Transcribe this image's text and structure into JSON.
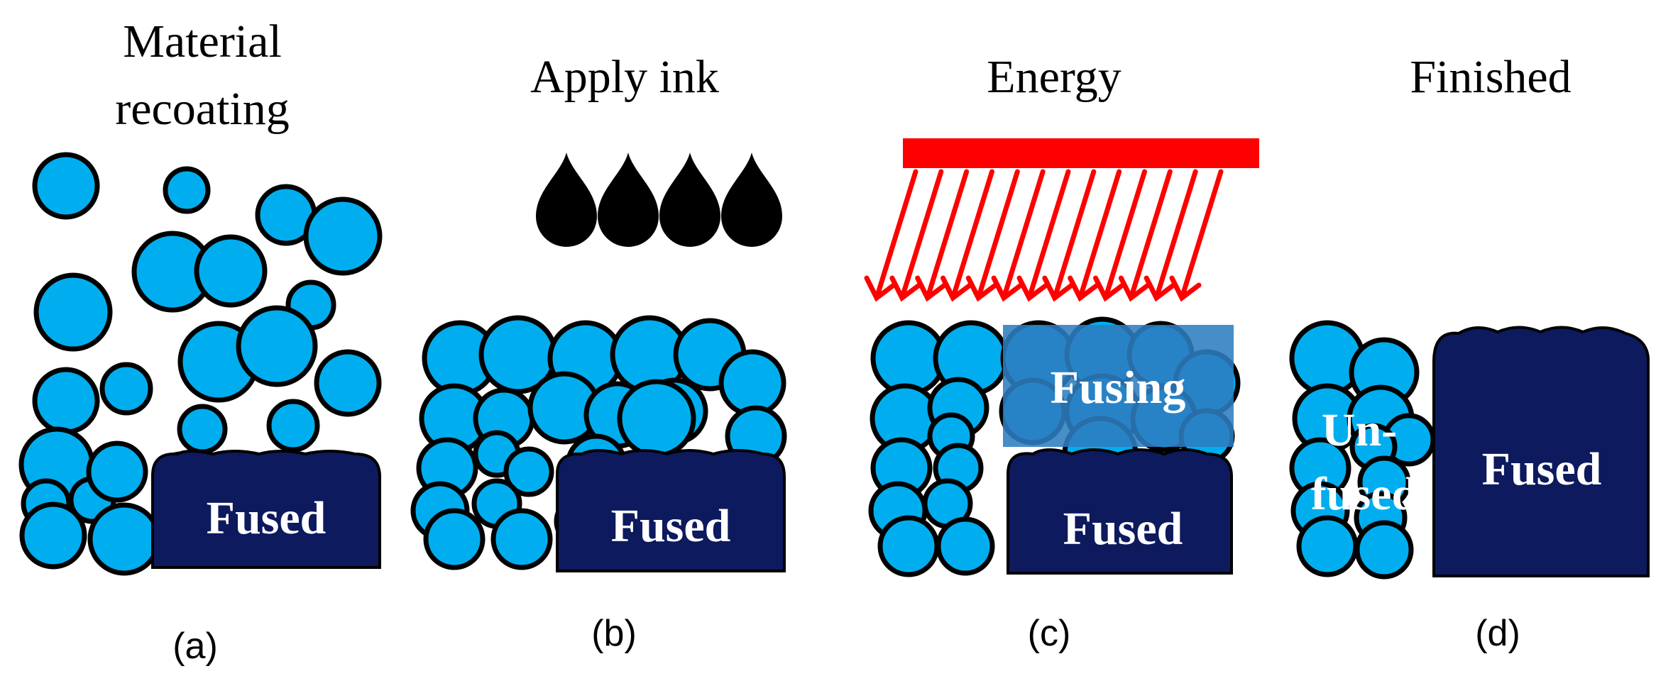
{
  "colors": {
    "particle": "#00AEEF",
    "particle_outline": "#000000",
    "fused": "#0D1A5E",
    "fusing_overlay": "#2E7DC0",
    "energy": "#FF0000",
    "ink": "#000000"
  },
  "panels": [
    {
      "id": "a",
      "title_lines": [
        "Material",
        "recoating"
      ],
      "region_labels": [
        "Fused"
      ],
      "caption": "(a)"
    },
    {
      "id": "b",
      "title_lines": [
        "Apply ink"
      ],
      "region_labels": [
        "Fused"
      ],
      "caption": "(b)"
    },
    {
      "id": "c",
      "title_lines": [
        "Energy"
      ],
      "region_labels": [
        "Fusing",
        "Fused"
      ],
      "caption": "(c)"
    },
    {
      "id": "d",
      "title_lines": [
        "Finished"
      ],
      "region_labels": [
        "Un-",
        "fused",
        "Fused"
      ],
      "caption": "(d)"
    }
  ]
}
